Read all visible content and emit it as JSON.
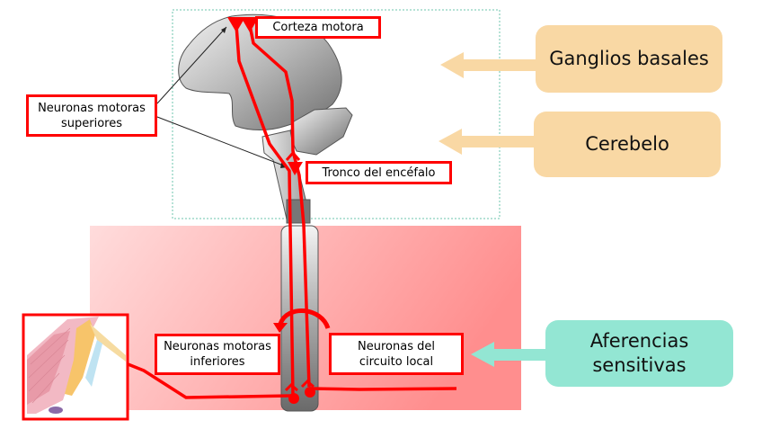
{
  "diagram": {
    "title": "Motor system organization",
    "colors": {
      "label_border": "#ff0000",
      "pathway": "#ff0000",
      "input_box_orange": "#f9d8a4",
      "input_box_teal": "#93e6d3",
      "spinal_region_light": "#ffd6d6",
      "spinal_region_dark": "#ff9090",
      "brain_region_border": "#6ec4ae"
    },
    "labels": {
      "motor_cortex": "Corteza motora",
      "upper_motor_neurons_line1": "Neuronas motoras",
      "upper_motor_neurons_line2": "superiores",
      "brainstem": "Tronco del encéfalo",
      "lower_motor_neurons_line1": "Neuronas motoras",
      "lower_motor_neurons_line2": "inferiores",
      "local_circuit_line1": "Neuronas del",
      "local_circuit_line2": "circuito local"
    },
    "inputs": [
      {
        "id": "basal-ganglia",
        "label": "Ganglios basales",
        "color": "orange"
      },
      {
        "id": "cerebellum",
        "label": "Cerebelo",
        "color": "orange"
      },
      {
        "id": "sensory-afferents",
        "line1": "Aferencias",
        "line2": "sensitivas",
        "color": "teal"
      }
    ],
    "regions": [
      {
        "id": "brain",
        "description": "encephalon (dotted frame)"
      },
      {
        "id": "spinal-cord",
        "description": "spinal cord (pink band)"
      },
      {
        "id": "muscle",
        "description": "skeletal muscle inset"
      }
    ]
  }
}
